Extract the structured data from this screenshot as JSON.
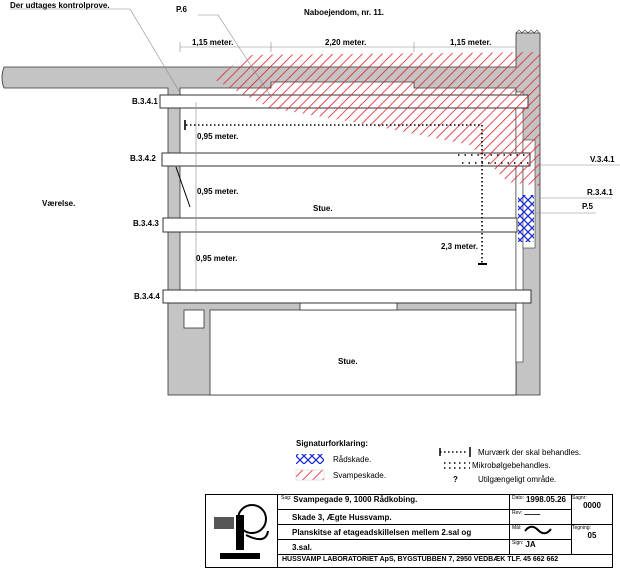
{
  "drawing": {
    "note_sample": "Der udtages kontrolprove.",
    "p6": "P.6",
    "neighbour": "Naboejendom, nr. 11.",
    "dims_top": [
      "1,15 meter.",
      "2,20 meter.",
      "1,15 meter."
    ],
    "beams": [
      "B.3.4.1",
      "B.3.4.2",
      "B.3.4.3",
      "B.3.4.4"
    ],
    "dims_vertical": [
      "0,95 meter.",
      "0,95 meter.",
      "0,95 meter."
    ],
    "dim_dotted": "2,3 meter.",
    "room_left": "Værelse.",
    "room_mid": "Stue.",
    "room_bottom": "Stue.",
    "v341": "V.3.4.1",
    "r341": "R.3.4.1",
    "p5": "P.5",
    "colors": {
      "fungus": "#e0202a",
      "rot": "#1a2bd0",
      "concrete": "#c4c4c4"
    }
  },
  "legend": {
    "title": "Signaturforklaring:",
    "rot": "Rådskade.",
    "fungus": "Svampeskade.",
    "masonry": "Murværk der skal behandles.",
    "microwave": "Mikrobølgebehandles.",
    "inaccessible_symbol": "?",
    "inaccessible": "Utilgængeligt område."
  },
  "titleblock": {
    "sag_label": "Sag:",
    "line1": "Svampegade 9, 1000 Rådkobing.",
    "line2": "Skade 3, Ægte Hussvamp.",
    "line3": "Planskitse af etageadskillelsen mellem 2.sal og",
    "line4": "3.sal.",
    "date_label": "Dato:",
    "date": "1998.05.26",
    "rev_label": "Rev:",
    "rev": "——",
    "scale_label": "Mål:",
    "sign_label": "Sign:",
    "sign": "JA",
    "sagnr_label": "Sagnr:",
    "sagnr": "0000",
    "tegning_label": "Tegning:",
    "tegning": "05",
    "footer": "HUSSVAMP LABORATORIET ApS,  BYGSTUBBEN 7, 2950 VEDBÆK   TLF. 45 662 662"
  }
}
